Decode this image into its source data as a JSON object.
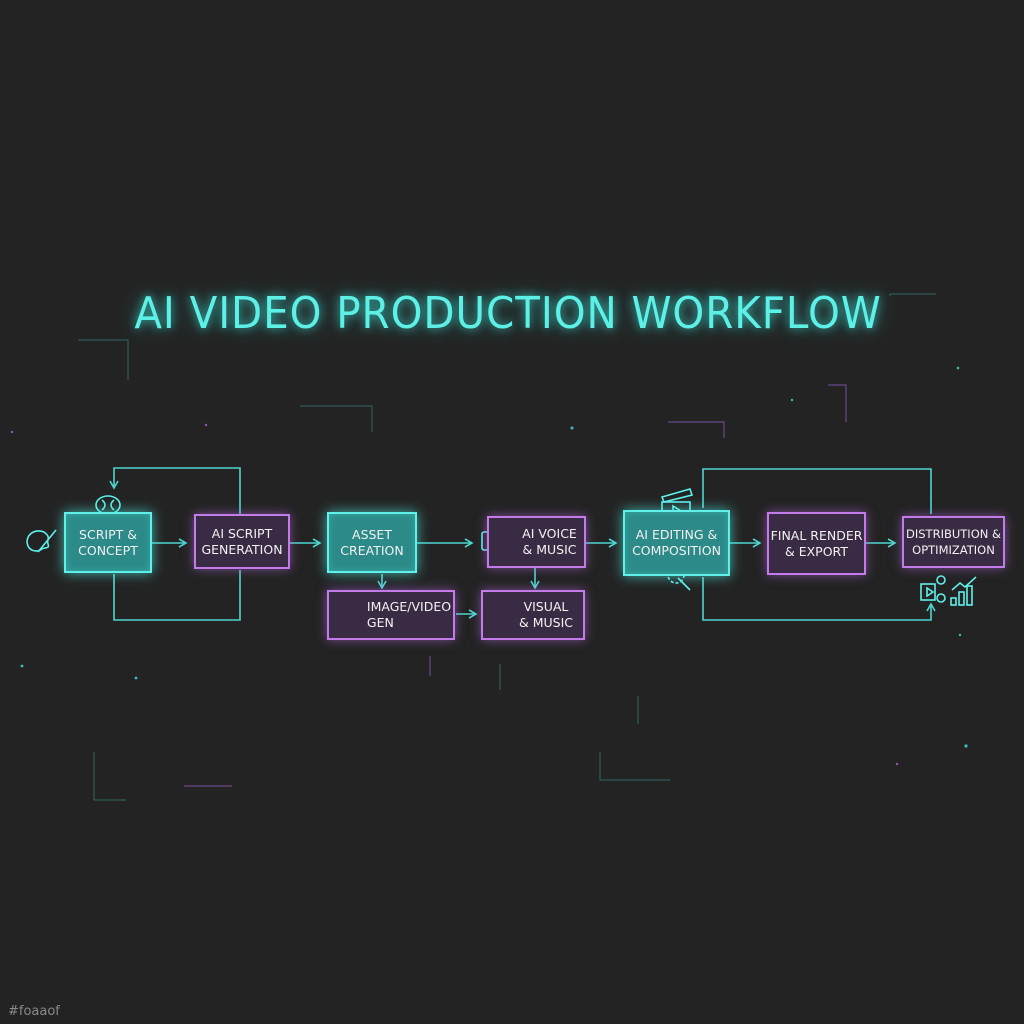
{
  "title": "AI VIDEO PRODUCTION WORKFLOW",
  "colors": {
    "teal": "#5ff0ea",
    "purple": "#c27be8",
    "background": "#232323"
  },
  "nodes": {
    "script_concept": {
      "line1": "SCRIPT &",
      "line2": "CONCEPT",
      "icons": [
        "palette-icon",
        "brain-icon"
      ]
    },
    "ai_script_generation": {
      "line1": "AI SCRIPT",
      "line2": "GENERATION"
    },
    "asset_creation": {
      "line1": "ASSET",
      "line2": "CREATION"
    },
    "ai_voice_music": {
      "line1": "AI VOICE",
      "line2": "& MUSIC",
      "icons": [
        "paint-brush-icon"
      ]
    },
    "image_video_gen": {
      "line1": "IMAGE/VIDEO",
      "line2": "GEN",
      "icons": [
        "camera-icon"
      ]
    },
    "visual_music": {
      "line1": "VISUAL",
      "line2": "& MUSIC",
      "icons": [
        "microphone-icon"
      ]
    },
    "ai_editing": {
      "line1": "AI EDITING &",
      "line2": "COMPOSITION",
      "icons": [
        "clapperboard-icon",
        "cursor-icon"
      ]
    },
    "final_render": {
      "line1": "FINAL RENDER",
      "line2": "& EXPORT"
    },
    "distribution": {
      "line1": "DISTRIBUTION &",
      "line2": "OPTIMIZATION",
      "icons": [
        "share-video-icon",
        "growth-chart-icon"
      ]
    }
  },
  "watermark": "#foaaof"
}
